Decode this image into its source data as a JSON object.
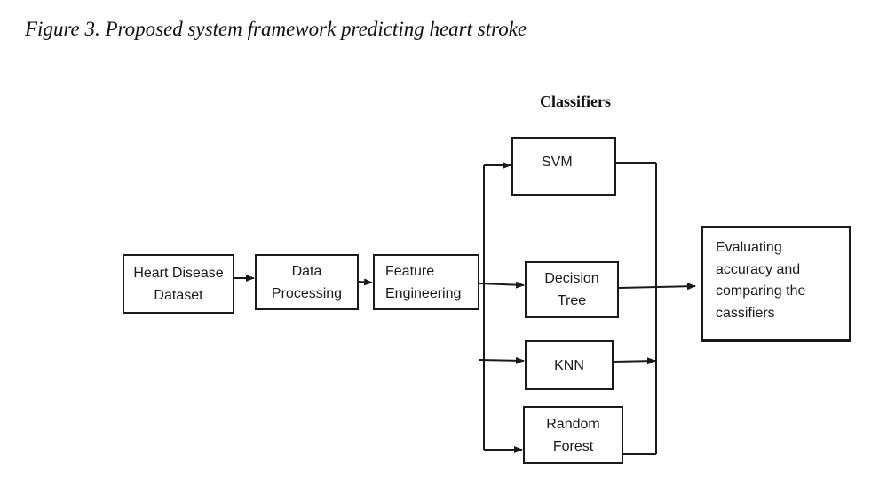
{
  "caption": "Figure 3. Proposed system framework predicting heart stroke",
  "classifiers_heading": "Classifiers",
  "nodes": {
    "dataset": {
      "line1": "Heart Disease",
      "line2": "Dataset"
    },
    "processing": {
      "line1": "Data",
      "line2": "Processing"
    },
    "feature": {
      "line1": "Feature",
      "line2": "Engineering"
    },
    "svm": {
      "line1": "SVM"
    },
    "decision_tree": {
      "line1": "Decision",
      "line2": "Tree"
    },
    "knn": {
      "line1": "KNN"
    },
    "random_forest": {
      "line1": "Random",
      "line2": "Forest"
    },
    "evaluation": {
      "line1": "Evaluating",
      "line2": "accuracy and",
      "line3": "comparing the",
      "line4": "cassifiers"
    }
  },
  "colors": {
    "stroke": "#1a1a1a",
    "background": "#ffffff"
  }
}
